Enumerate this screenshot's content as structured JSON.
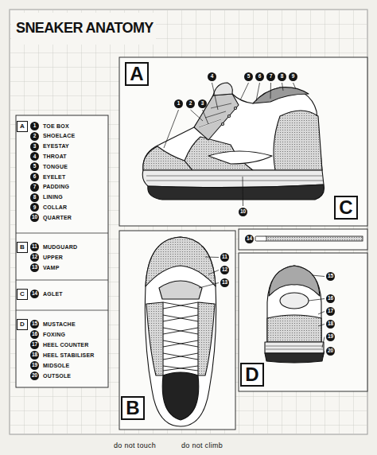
{
  "diagram": {
    "title": "SNEAKER ANATOMY",
    "nodes": [
      {
        "text": [
          "A"
        ]
      },
      {
        "text": [
          "4"
        ]
      },
      {
        "text": [
          "5"
        ]
      },
      {
        "text": [
          "6"
        ]
      },
      {
        "text": [
          "7"
        ]
      },
      {
        "text": [
          "8"
        ]
      },
      {
        "text": [
          "9"
        ]
      },
      {
        "text": [
          "1"
        ]
      },
      {
        "text": [
          "2"
        ]
      },
      {
        "text": [
          "3"
        ]
      },
      {
        "text": [
          "A"
        ]
      },
      {
        "text": [
          "1"
        ]
      },
      {
        "text": [
          "2"
        ]
      },
      {
        "text": [
          "3"
        ]
      },
      {
        "text": [
          "4"
        ]
      },
      {
        "text": [
          "5"
        ]
      },
      {
        "text": [
          "6"
        ]
      },
      {
        "text": [
          "7"
        ]
      },
      {
        "text": [
          "8"
        ]
      },
      {
        "text": [
          "9"
        ]
      },
      {
        "text": [
          "10"
        ]
      },
      {
        "text": [
          "10"
        ]
      },
      {
        "text": [
          "C"
        ]
      },
      {
        "text": [
          "B"
        ]
      },
      {
        "text": [
          "11"
        ]
      },
      {
        "text": [
          "12"
        ]
      },
      {
        "text": [
          "13"
        ]
      },
      {
        "text": [
          "14"
        ]
      },
      {
        "text": [
          "11"
        ]
      },
      {
        "text": [
          "12"
        ]
      },
      {
        "text": [
          "13"
        ]
      },
      {
        "text": [
          "C"
        ]
      },
      {
        "text": [
          "14"
        ]
      },
      {
        "text": [
          "15"
        ]
      },
      {
        "text": [
          "D"
        ]
      },
      {
        "text": [
          "15"
        ]
      },
      {
        "text": [
          "16"
        ]
      },
      {
        "text": [
          "17"
        ]
      },
      {
        "text": [
          "18"
        ]
      },
      {
        "text": [
          "19"
        ]
      },
      {
        "text": [
          "20"
        ]
      },
      {
        "text": [
          "16"
        ]
      },
      {
        "text": [
          "17"
        ]
      },
      {
        "text": [
          "18"
        ]
      },
      {
        "text": [
          "19"
        ]
      },
      {
        "text": [
          "20"
        ]
      },
      {
        "text": [
          "D"
        ]
      },
      {
        "text": [
          "B"
        ]
      }
    ],
    "labels": [
      "TOE BOX",
      "SHOELACE",
      "EYESTAY",
      "THROAT",
      "TONGUE",
      "EYELET",
      "PADDING",
      "LINING",
      "COLLAR",
      "QUARTER",
      "MUDGUARD",
      "UPPER",
      "VAMP",
      "AGLET",
      "MUSTACHE",
      "FOXING",
      "HEEL COUNTER",
      "HEEL STABILISER",
      "MIDSOLE",
      "OUTSOLE",
      "do not touch",
      "do not climb"
    ]
  }
}
